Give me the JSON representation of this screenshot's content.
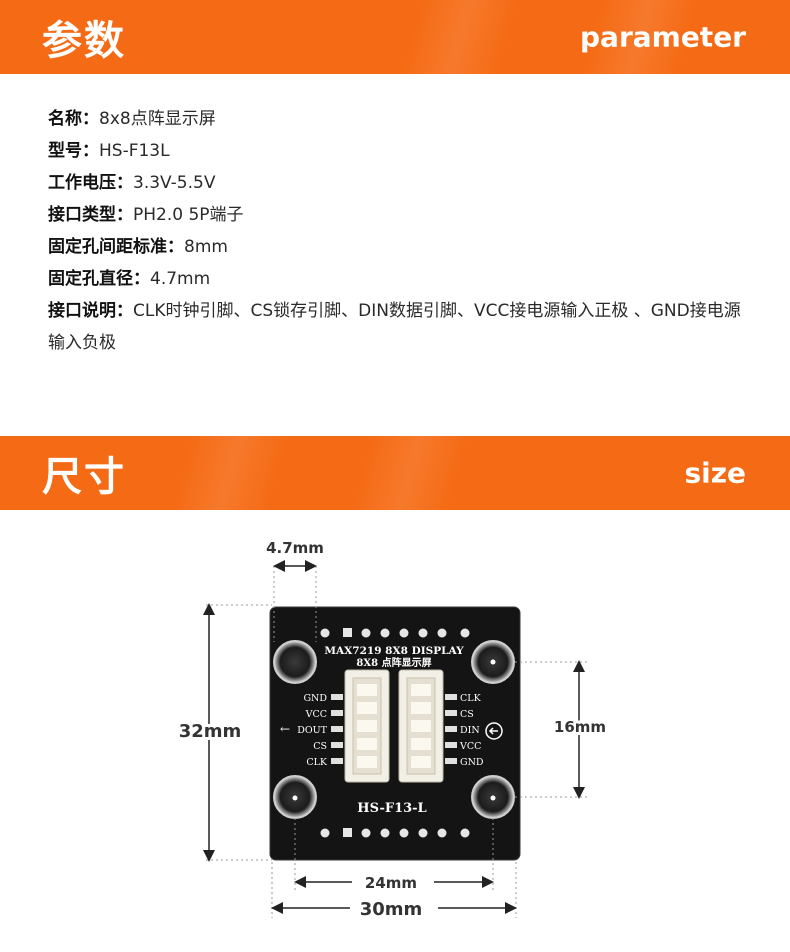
{
  "sections": {
    "parameter": {
      "title_cn": "参数",
      "title_en": "parameter"
    },
    "size": {
      "title_cn": "尺寸",
      "title_en": "size"
    }
  },
  "specs": [
    {
      "label": "名称：",
      "value": "8x8点阵显示屏"
    },
    {
      "label": "型号：",
      "value": "HS-F13L"
    },
    {
      "label": "工作电压：",
      "value": "3.3V-5.5V"
    },
    {
      "label": "接口类型：",
      "value": "PH2.0 5P端子"
    },
    {
      "label": "固定孔间距标准：",
      "value": "8mm"
    },
    {
      "label": "固定孔直径：",
      "value": "4.7mm"
    },
    {
      "label": "接口说明：",
      "value": "CLK时钟引脚、CS锁存引脚、DIN数据引脚、VCC接电源输入正极 、GND接电源输入负极"
    }
  ],
  "dimensions": {
    "hole_diameter": "4.7mm",
    "board_height": "32mm",
    "hole_spacing_vertical": "16mm",
    "hole_spacing_horizontal": "24mm",
    "board_width": "30mm"
  },
  "board": {
    "title_line1": "MAX7219  8X8 DISPLAY",
    "title_line2": "8X8 点阵显示屏",
    "model": "HS-F13-L",
    "left_pins": [
      "GND",
      "VCC",
      "DOUT",
      "CS",
      "CLK"
    ],
    "right_pins": [
      "CLK",
      "CS",
      "DIN",
      "VCC",
      "GND"
    ],
    "input_arrow_glyph": "←"
  },
  "colors": {
    "banner": "#f56a14",
    "pcb": "#141414",
    "connector": "#f2efe6"
  }
}
